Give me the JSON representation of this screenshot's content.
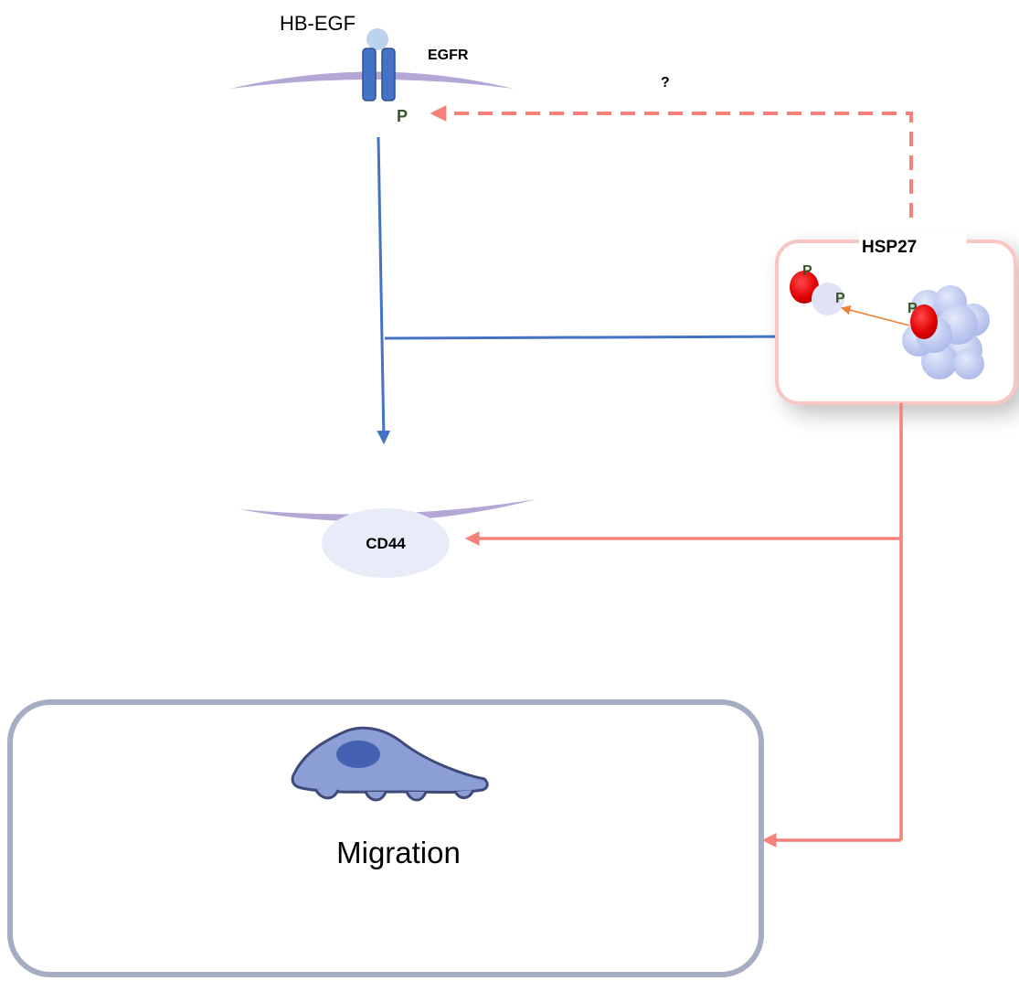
{
  "labels": {
    "ligand": "HB-EGF",
    "receptor": "EGFR",
    "unknown_link": "?",
    "chaperone": "HSP27",
    "target": "CD44",
    "outcome": "Migration"
  },
  "phospho": {
    "egfr_site": "P",
    "hsp27_dimer_a": "P",
    "hsp27_dimer_b": "P",
    "hsp27_oligomer": "P"
  },
  "colors": {
    "egfr_signal": "#4472c4",
    "hsp27_signal": "#f4827b",
    "phospho_transfer": "#ed7d31",
    "membrane": "#b4a7d6",
    "phospho_group": "#e00000",
    "hsp27_subunit": "#c5cff2",
    "cd44_body": "#e8ecf8",
    "cell_body": "#8b9fd6",
    "migration_frame": "#a5adc2"
  }
}
